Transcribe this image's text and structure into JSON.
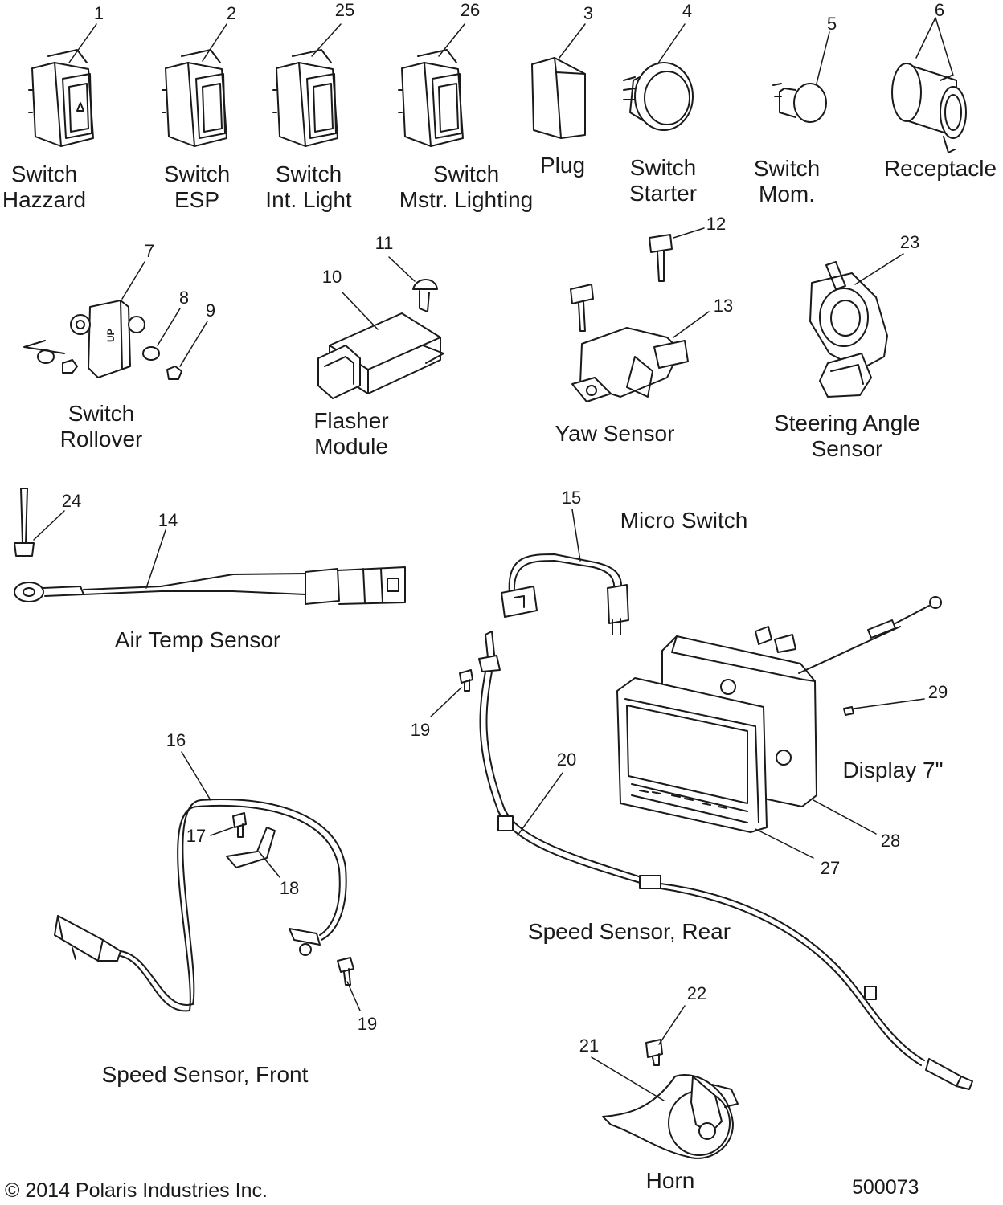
{
  "callouts": {
    "c1": "1",
    "c2": "2",
    "c25": "25",
    "c26": "26",
    "c3": "3",
    "c4": "4",
    "c5": "5",
    "c6": "6",
    "c7": "7",
    "c8": "8",
    "c9": "9",
    "c10": "10",
    "c11": "11",
    "c12": "12",
    "c13": "13",
    "c23": "23",
    "c24": "24",
    "c14": "14",
    "c15": "15",
    "c16": "16",
    "c17": "17",
    "c18": "18",
    "c19a": "19",
    "c19b": "19",
    "c20": "20",
    "c21": "21",
    "c22": "22",
    "c27": "27",
    "c28": "28",
    "c29": "29"
  },
  "labels": {
    "switch_hazzard": [
      "Switch",
      "Hazzard"
    ],
    "switch_esp": [
      "Switch",
      "ESP"
    ],
    "switch_int_light": [
      "Switch",
      "Int. Light"
    ],
    "switch_mstr_lighting": [
      "Switch",
      "Mstr. Lighting"
    ],
    "plug": [
      "Plug"
    ],
    "switch_starter": [
      "Switch",
      "Starter"
    ],
    "switch_mom": [
      "Switch",
      "Mom."
    ],
    "receptacle": [
      "Receptacle"
    ],
    "switch_rollover": [
      "Switch",
      "Rollover"
    ],
    "flasher_module": [
      "Flasher",
      "Module"
    ],
    "yaw_sensor": [
      "Yaw Sensor"
    ],
    "steering_angle_sensor": [
      "Steering Angle",
      "Sensor"
    ],
    "air_temp_sensor": [
      "Air Temp Sensor"
    ],
    "micro_switch": [
      "Micro Switch"
    ],
    "display": [
      "Display 7\""
    ],
    "speed_sensor_rear": [
      "Speed Sensor, Rear"
    ],
    "speed_sensor_front": [
      "Speed Sensor, Front"
    ],
    "horn": [
      "Horn"
    ]
  },
  "rollover_marking": "UP",
  "footer": {
    "copyright": "© 2014 Polaris Industries Inc.",
    "drawing_number": "500073"
  }
}
